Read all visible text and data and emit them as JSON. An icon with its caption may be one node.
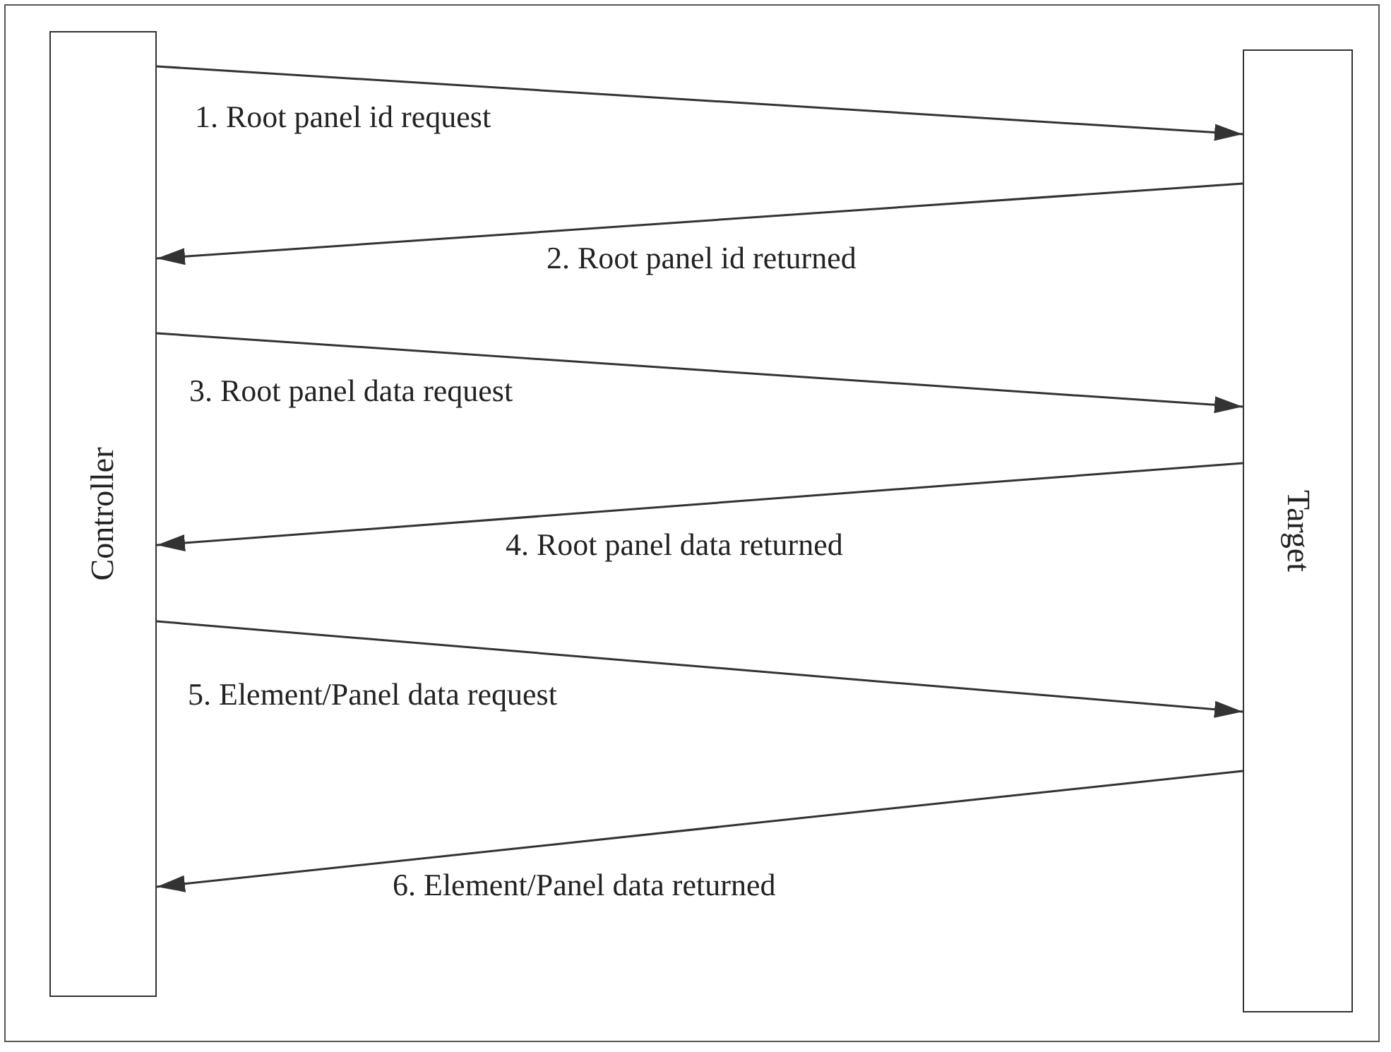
{
  "diagram": {
    "nodes": [
      {
        "text": [
          "Controller"
        ]
      },
      {
        "text": [
          "Target"
        ]
      }
    ],
    "edges": [
      {
        "from": 0,
        "to": 1,
        "arrow": "to",
        "label": "1. Root panel id request"
      },
      {
        "from": 1,
        "to": 0,
        "arrow": "to",
        "label": "2. Root panel id returned"
      },
      {
        "from": 0,
        "to": 1,
        "arrow": "to",
        "label": "3. Root panel data request"
      },
      {
        "from": 1,
        "to": 0,
        "arrow": "to",
        "label": "4. Root panel data returned"
      },
      {
        "from": 0,
        "to": 1,
        "arrow": "to",
        "label": "5. Element/Panel data request"
      },
      {
        "from": 1,
        "to": 0,
        "arrow": "to",
        "label": "6. Element/Panel data returned"
      }
    ]
  }
}
